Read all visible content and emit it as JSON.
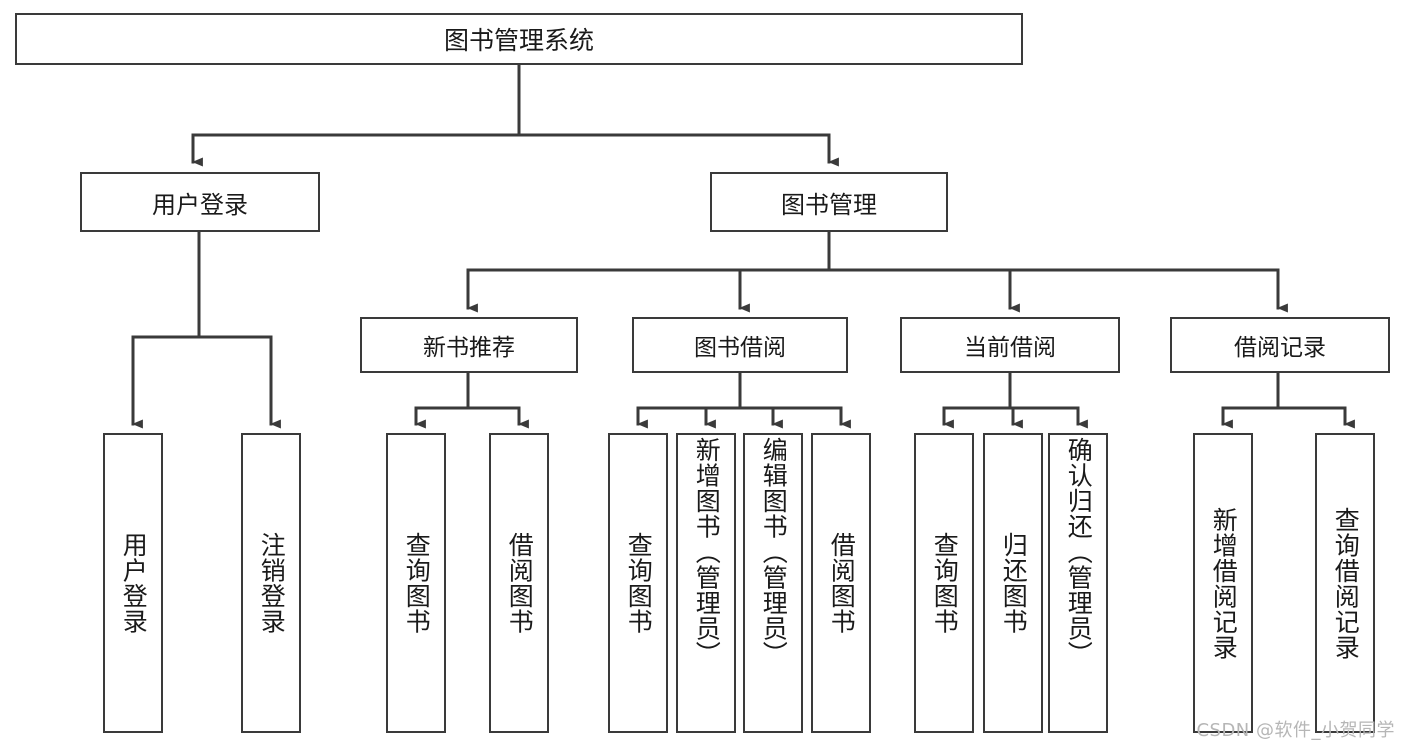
{
  "diagram": {
    "title": "图书管理系统",
    "type": "tree-hierarchy-diagram",
    "colors": {
      "stroke": "#3a3a3a",
      "box_fill": "#ffffff",
      "text": "#1a1a1a",
      "watermark": "#b6b6b6",
      "background": "#ffffff"
    },
    "root": {
      "label": "图书管理系统"
    },
    "level2": [
      {
        "label": "用户登录"
      },
      {
        "label": "图书管理"
      }
    ],
    "level3": [
      {
        "label": "新书推荐"
      },
      {
        "label": "图书借阅"
      },
      {
        "label": "当前借阅"
      },
      {
        "label": "借阅记录"
      }
    ],
    "leaves": {
      "user_login": [
        {
          "label": "用户登录"
        },
        {
          "label": "注销登录"
        }
      ],
      "new_book_recommend": [
        {
          "label": "查询图书"
        },
        {
          "label": "借阅图书"
        }
      ],
      "book_borrow": [
        {
          "label": "查询图书"
        },
        {
          "label": "新增图书（管理员）"
        },
        {
          "label": "编辑图书（管理员）"
        },
        {
          "label": "借阅图书"
        }
      ],
      "current_borrow": [
        {
          "label": "查询图书"
        },
        {
          "label": "归还图书"
        },
        {
          "label": "确认归还（管理员）"
        }
      ],
      "borrow_record": [
        {
          "label": "新增借阅记录"
        },
        {
          "label": "查询借阅记录"
        }
      ]
    }
  },
  "watermark": {
    "text": "CSDN @软件_小贺同学"
  }
}
